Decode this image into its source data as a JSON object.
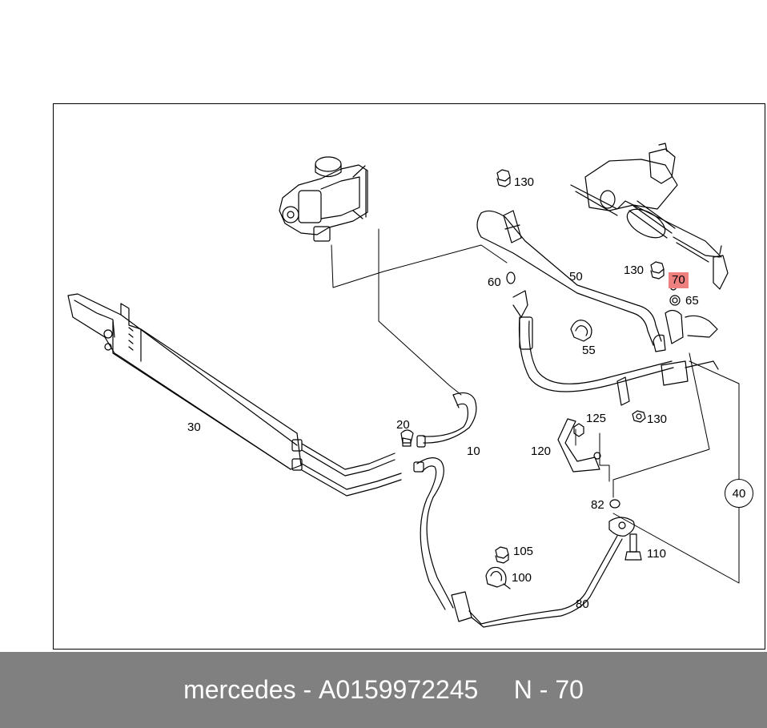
{
  "diagram": {
    "callouts": {
      "c10": "10",
      "c20": "20",
      "c30": "30",
      "c40": "40",
      "c50": "50",
      "c55": "55",
      "c60": "60",
      "c65": "65",
      "c70": "70",
      "c80": "80",
      "c82": "82",
      "c100": "100",
      "c105": "105",
      "c110": "110",
      "c120": "120",
      "c125": "125",
      "c130a": "130",
      "c130b": "130",
      "c130c": "130"
    },
    "highlight_color": "#ef8080"
  },
  "footer": {
    "brand": "mercedes",
    "sep1": " - ",
    "part_number": "A0159972245",
    "gap": "     ",
    "position_prefix": "N",
    "sep2": " - ",
    "position_value": "70"
  }
}
